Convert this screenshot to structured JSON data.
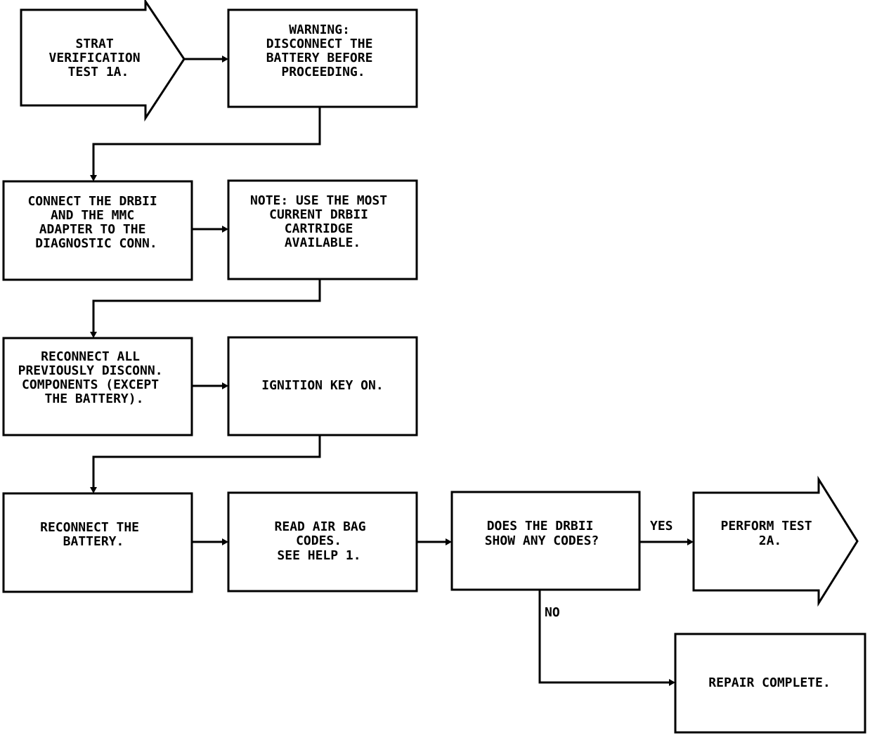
{
  "nodes": {
    "start": {
      "shape": "arrow",
      "lines": [
        "STRAT",
        "VERIFICATION",
        "TEST 1A."
      ]
    },
    "warning": {
      "shape": "box",
      "lines": [
        "WARNING:",
        "DISCONNECT THE",
        "BATTERY BEFORE",
        "PROCEEDING."
      ]
    },
    "connect_drb": {
      "shape": "box",
      "lines": [
        "CONNECT THE DRBII",
        "AND THE MMC",
        "ADAPTER TO THE",
        "DIAGNOSTIC CONN."
      ]
    },
    "note": {
      "shape": "box",
      "lines": [
        "NOTE: USE THE MOST",
        "CURRENT DRBII",
        "CARTRIDGE",
        "AVAILABLE."
      ]
    },
    "reconnect_all": {
      "shape": "box",
      "lines": [
        "RECONNECT ALL",
        "PREVIOUSLY DISCONN.",
        "COMPONENTS (EXCEPT",
        "THE BATTERY)."
      ]
    },
    "ignition": {
      "shape": "box",
      "lines": [
        "IGNITION KEY ON."
      ]
    },
    "reconnect_battery": {
      "shape": "box",
      "lines": [
        "RECONNECT THE",
        "BATTERY."
      ]
    },
    "read_codes": {
      "shape": "box",
      "lines": [
        "READ AIR BAG",
        "CODES.",
        "SEE HELP 1."
      ]
    },
    "decision": {
      "shape": "box",
      "lines": [
        "DOES THE DRBII",
        "SHOW ANY CODES?"
      ]
    },
    "perform": {
      "shape": "arrow",
      "lines": [
        "PERFORM TEST",
        "2A."
      ]
    },
    "repair": {
      "shape": "box",
      "lines": [
        "REPAIR COMPLETE."
      ]
    }
  },
  "edges": [
    {
      "from": "start",
      "to": "warning",
      "label": ""
    },
    {
      "from": "warning",
      "to": "connect_drb",
      "label": ""
    },
    {
      "from": "connect_drb",
      "to": "note",
      "label": ""
    },
    {
      "from": "note",
      "to": "reconnect_all",
      "label": ""
    },
    {
      "from": "reconnect_all",
      "to": "ignition",
      "label": ""
    },
    {
      "from": "ignition",
      "to": "reconnect_battery",
      "label": ""
    },
    {
      "from": "reconnect_battery",
      "to": "read_codes",
      "label": ""
    },
    {
      "from": "read_codes",
      "to": "decision",
      "label": ""
    },
    {
      "from": "decision",
      "to": "perform",
      "label": "YES"
    },
    {
      "from": "decision",
      "to": "repair",
      "label": "NO"
    }
  ]
}
